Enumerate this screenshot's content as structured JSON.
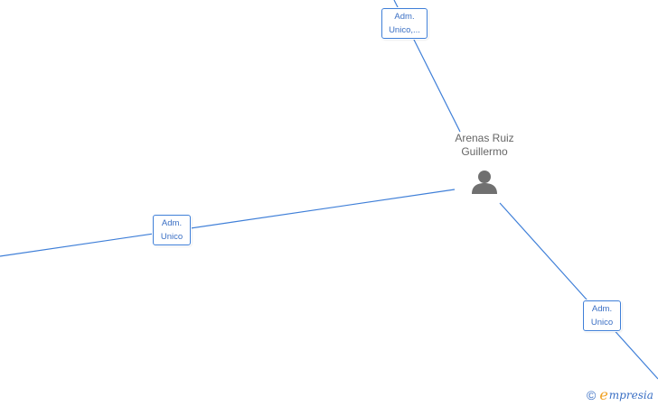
{
  "colors": {
    "edge": "#3f7fd8",
    "badge_text": "#3a6fc4",
    "person_icon": "#707070",
    "person_text": "#666666",
    "brand_accent": "#f0a020"
  },
  "person": {
    "name_line1": "Arenas Ruiz",
    "name_line2": "Guillermo",
    "icon": "person-icon"
  },
  "roles": {
    "top": {
      "line1": "Adm.",
      "line2": "Unico,..."
    },
    "left": {
      "line1": "Adm.",
      "line2": "Unico"
    },
    "bottom_right": {
      "line1": "Adm.",
      "line2": "Unico"
    }
  },
  "watermark": {
    "copyright": "©",
    "brand_initial": "e",
    "brand_rest": "mpresia"
  }
}
